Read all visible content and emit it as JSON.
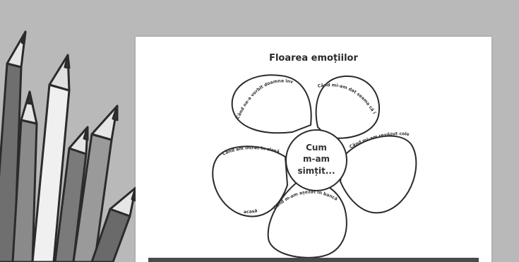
{
  "worksheet": {
    "title": "Floarea emoțiilor",
    "center_lines": [
      "Cum",
      "m-am",
      "simțit..."
    ],
    "petals": [
      {
        "label": "Când ne-a vorbit doamna învățătoare"
      },
      {
        "label": "Când mi-am dat seama că încep școala"
      },
      {
        "label": "Când mi-am revăzut colegii"
      },
      {
        "label": "Când m-am așezat în bancă"
      },
      {
        "label": "Când am intrat în clasă"
      },
      {
        "label": "acasă"
      }
    ]
  },
  "decoration": {
    "background_color": "#b9b9b9",
    "pencil_icon": "colored-pencils-icon"
  }
}
